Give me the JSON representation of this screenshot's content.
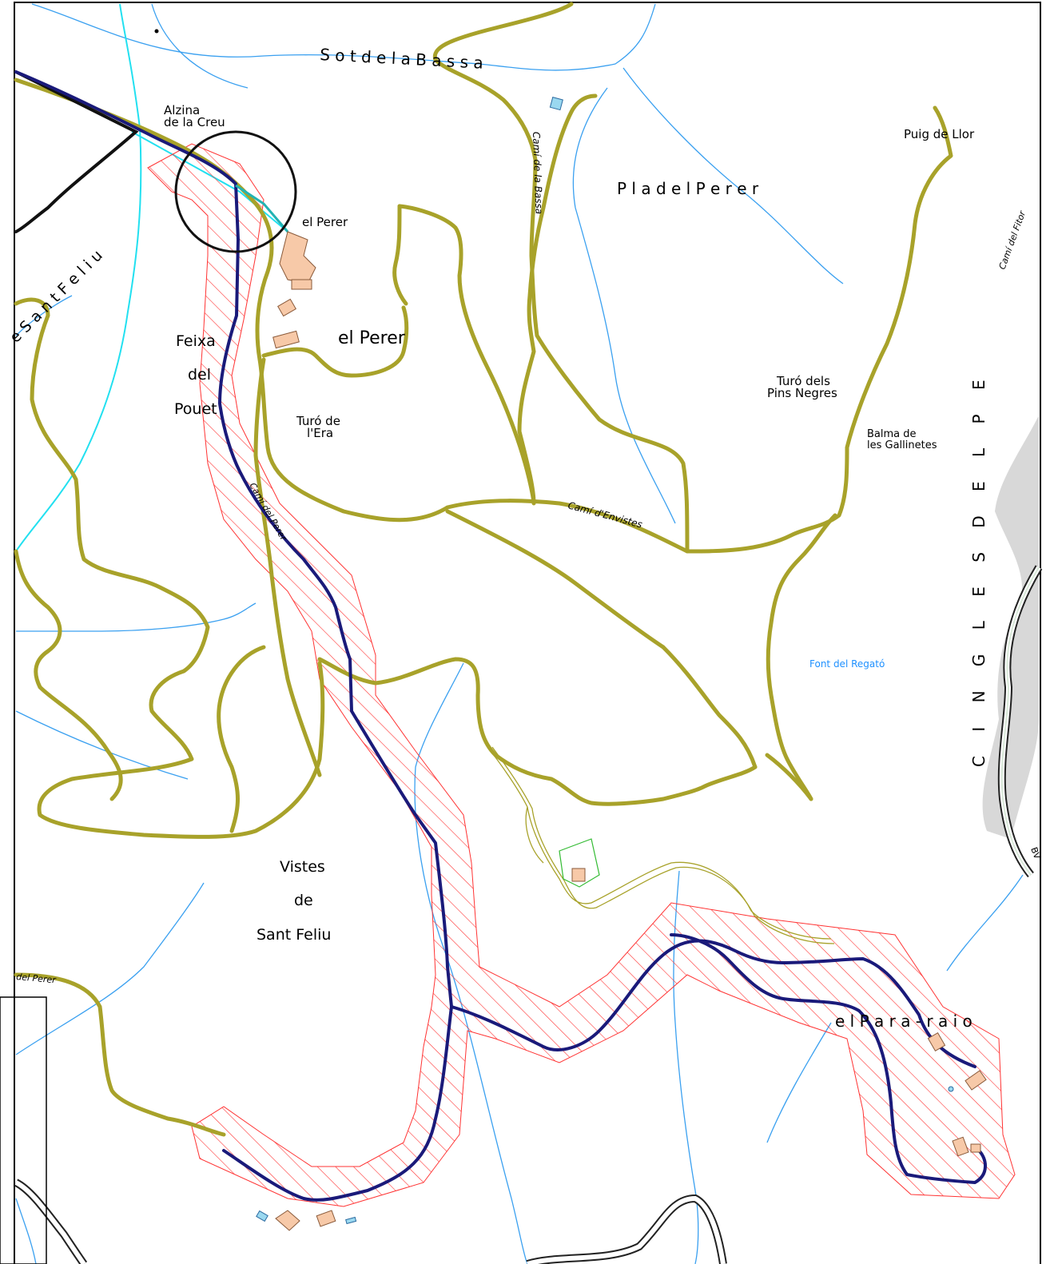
{
  "map": {
    "labels": {
      "sot_de_la_bassa": "S o t   d e   l a   B a s s a",
      "alzina_line1": "Alzina",
      "alzina_line2": "de la Creu",
      "el_perer_small": "el Perer",
      "el_perer_large": "el Perer",
      "cami_sant_feliu": "e  S a n t  F e l i u",
      "feixa": "Feixa",
      "del": "del",
      "pouet": "Pouet",
      "turo_era_line1": "Turó de",
      "turo_era_line2": "l'Era",
      "cami_de_la_bassa": "Camí de la Bassa",
      "pla_del_perer": "P l a    d e l    P e r e r",
      "puig_de_llor": "Puig de Llor",
      "cami_del_fitor": "Camí del Fitor",
      "turo_pins_line1": "Turó dels",
      "turo_pins_line2": "Pins Negres",
      "balma_line1": "Balma de",
      "balma_line2": "les Gallinetes",
      "cami_envistes": "Camí d'Envistes",
      "cami_del_perer": "Camí del Perer",
      "cingles": "C I N G L E S    D E L    P E",
      "font_regato": "Font del Regató",
      "vistes": "Vistes",
      "de": "de",
      "sant_feliu": "Sant Feliu",
      "del_perer_left": "del Perer",
      "el_para_raig": "e l   P a r a - r a i o",
      "road_code": "BV"
    },
    "colors": {
      "track": "#a8a22a",
      "route": "#1a1a7a",
      "hatch": "#ff3333",
      "stream": "#3aa0f0",
      "boundary": "#22e0f0",
      "building": "#f7c9a8",
      "road_edge": "#222222",
      "cliff": "#d8d8d8"
    }
  }
}
